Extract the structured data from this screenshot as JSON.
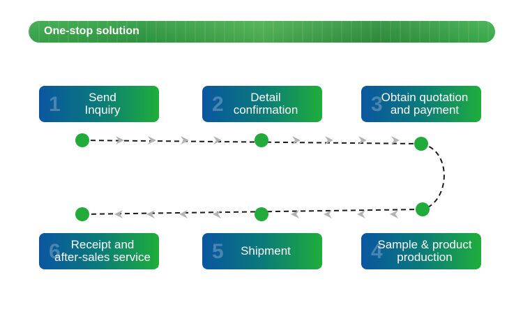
{
  "banner": {
    "title": "One-stop solution"
  },
  "steps": [
    {
      "number": "1",
      "label": "Send\nInquiry"
    },
    {
      "number": "2",
      "label": "Detail\nconfirmation"
    },
    {
      "number": "3",
      "label": "Obtain quotation\nand payment"
    },
    {
      "number": "4",
      "label": "Sample & product\nproduction"
    },
    {
      "number": "5",
      "label": "Shipment"
    },
    {
      "number": "6",
      "label": "Receipt and\nafter-sales service"
    }
  ],
  "colors": {
    "node": "#22aa3a",
    "arrow": "#b3b3b3",
    "line": "#1a1a1a",
    "gradient_start": "#0a56a0",
    "gradient_end": "#1fae3b"
  }
}
